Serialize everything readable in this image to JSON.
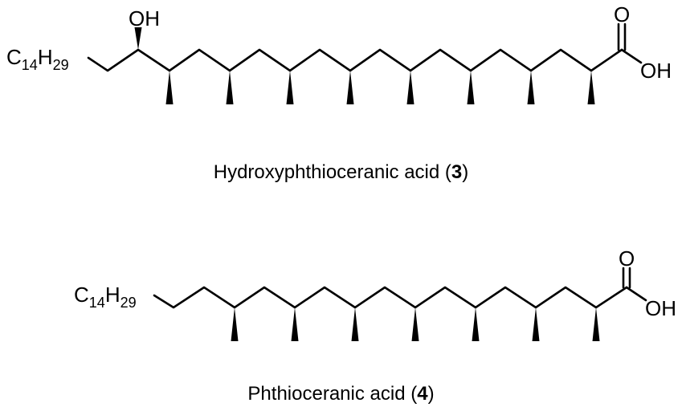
{
  "molecule_1": {
    "substituent": {
      "element": "C",
      "carbon_count": "14",
      "hydrogen": "H",
      "hydrogen_count": "29"
    },
    "hydroxyl_label": "OH",
    "carbonyl_oxygen_label": "O",
    "acid_hydroxyl_label": "OH",
    "methyl_branch_count": 8,
    "caption": {
      "name": "Hydroxyphthioceranic acid (",
      "number": "3",
      "close": ")"
    }
  },
  "molecule_2": {
    "substituent": {
      "element": "C",
      "carbon_count": "14",
      "hydrogen": "H",
      "hydrogen_count": "29"
    },
    "carbonyl_oxygen_label": "O",
    "acid_hydroxyl_label": "OH",
    "methyl_branch_count": 7,
    "caption": {
      "name": "Phthioceranic acid (",
      "number": "4",
      "close": ")"
    }
  }
}
